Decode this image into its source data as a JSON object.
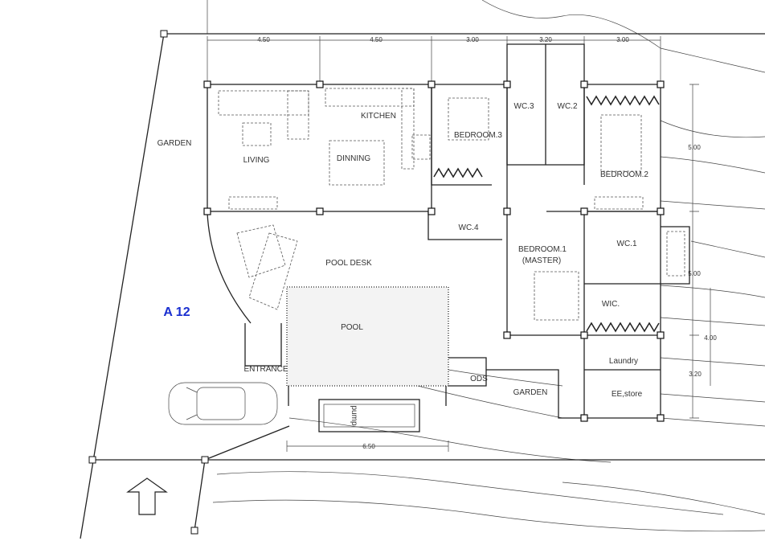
{
  "plot_label": "A 12",
  "colors": {
    "plot_label": "#1a2fd0",
    "lines": "#222222"
  },
  "dimensions": {
    "top": [
      "4.50",
      "4.50",
      "3.00",
      "3.20",
      "3.00"
    ],
    "right": [
      "5.00",
      "5.00",
      "4.00",
      "3.20"
    ],
    "bottom": "6.50"
  },
  "rooms": {
    "garden_west": "GARDEN",
    "living": "LIVING",
    "kitchen": "KITCHEN",
    "dinning": "DINNING",
    "bedroom3": "BEDROOM.3",
    "wc3": "WC.3",
    "wc2": "WC.2",
    "bedroom2": "BEDROOM.2",
    "wc4": "WC.4",
    "bedroom1": "BEDROOM.1",
    "bedroom1_sub": "(MASTER)",
    "wc1": "WC.1",
    "wic": "WIC.",
    "pool_desk": "POOL DESK",
    "pool": "POOL",
    "entrance": "ENTRANCE",
    "laundry": "Laundry",
    "ee_store": "EE,store",
    "garden_south": "GARDEN",
    "ods": "ODS",
    "pump": "pump"
  },
  "north_arrow_icon": "arrow-up-icon"
}
